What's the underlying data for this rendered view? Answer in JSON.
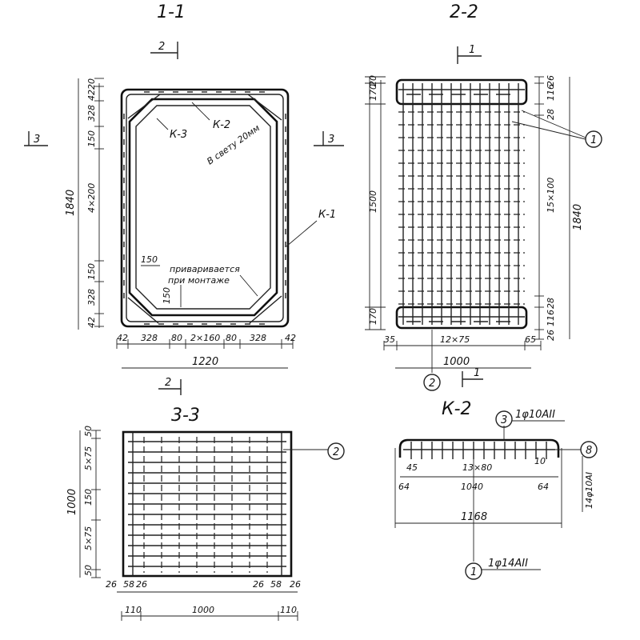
{
  "views": {
    "s1": {
      "title": "1-1",
      "cut2_top": "2",
      "cut2_bottom": "2",
      "cut3_left": "3",
      "cut3_right": "3",
      "k1": "К-1",
      "k2": "К-2",
      "k3": "К-3",
      "light": "В свету 20мм",
      "weld1": "приваривается",
      "weld2": "при монтаже",
      "d150a": "150",
      "d150b": "150",
      "dim_left": [
        "20",
        "42",
        "328",
        "150",
        "4×200",
        "150",
        "328",
        "42"
      ],
      "dim_total_v": "1840",
      "dim_bottom": [
        "42",
        "328",
        "80",
        "2×160",
        "80",
        "328",
        "42"
      ],
      "dim_total_h": "1220"
    },
    "s2": {
      "title": "2-2",
      "cut1_top": "1",
      "cut1_bottom": "1",
      "dim_left": [
        "20",
        "170",
        "1500",
        "170"
      ],
      "dim_right_inner": [
        "26",
        "116",
        "28",
        "15×100",
        "28",
        "116",
        "26"
      ],
      "dim_total_v": "1840",
      "dim_bottom": [
        "35",
        "12×75",
        "65"
      ],
      "dim_total_h": "1000",
      "callout_1": "1",
      "callout_2": "2"
    },
    "s3": {
      "title": "3-3",
      "dim_left": [
        "50",
        "5×75",
        "150",
        "5×75",
        "50"
      ],
      "dim_total_v": "1000",
      "dim_bottom_small": [
        "26",
        "58",
        "26",
        "26",
        "58",
        "26"
      ],
      "dim_bottom": [
        "110",
        "1000",
        "110"
      ],
      "callout_2": "2"
    },
    "k2": {
      "title": "К-2",
      "callout_3": "3",
      "bar3": "1φ10АII",
      "callout_8": "8",
      "bar8": "14φ10АI",
      "d45": "45",
      "d_pitch": "13×80",
      "d10": "10",
      "d64a": "64",
      "d1040": "1040",
      "d64b": "64",
      "d1168": "1168",
      "callout_1": "1",
      "bar1": "1φ14АII"
    }
  }
}
